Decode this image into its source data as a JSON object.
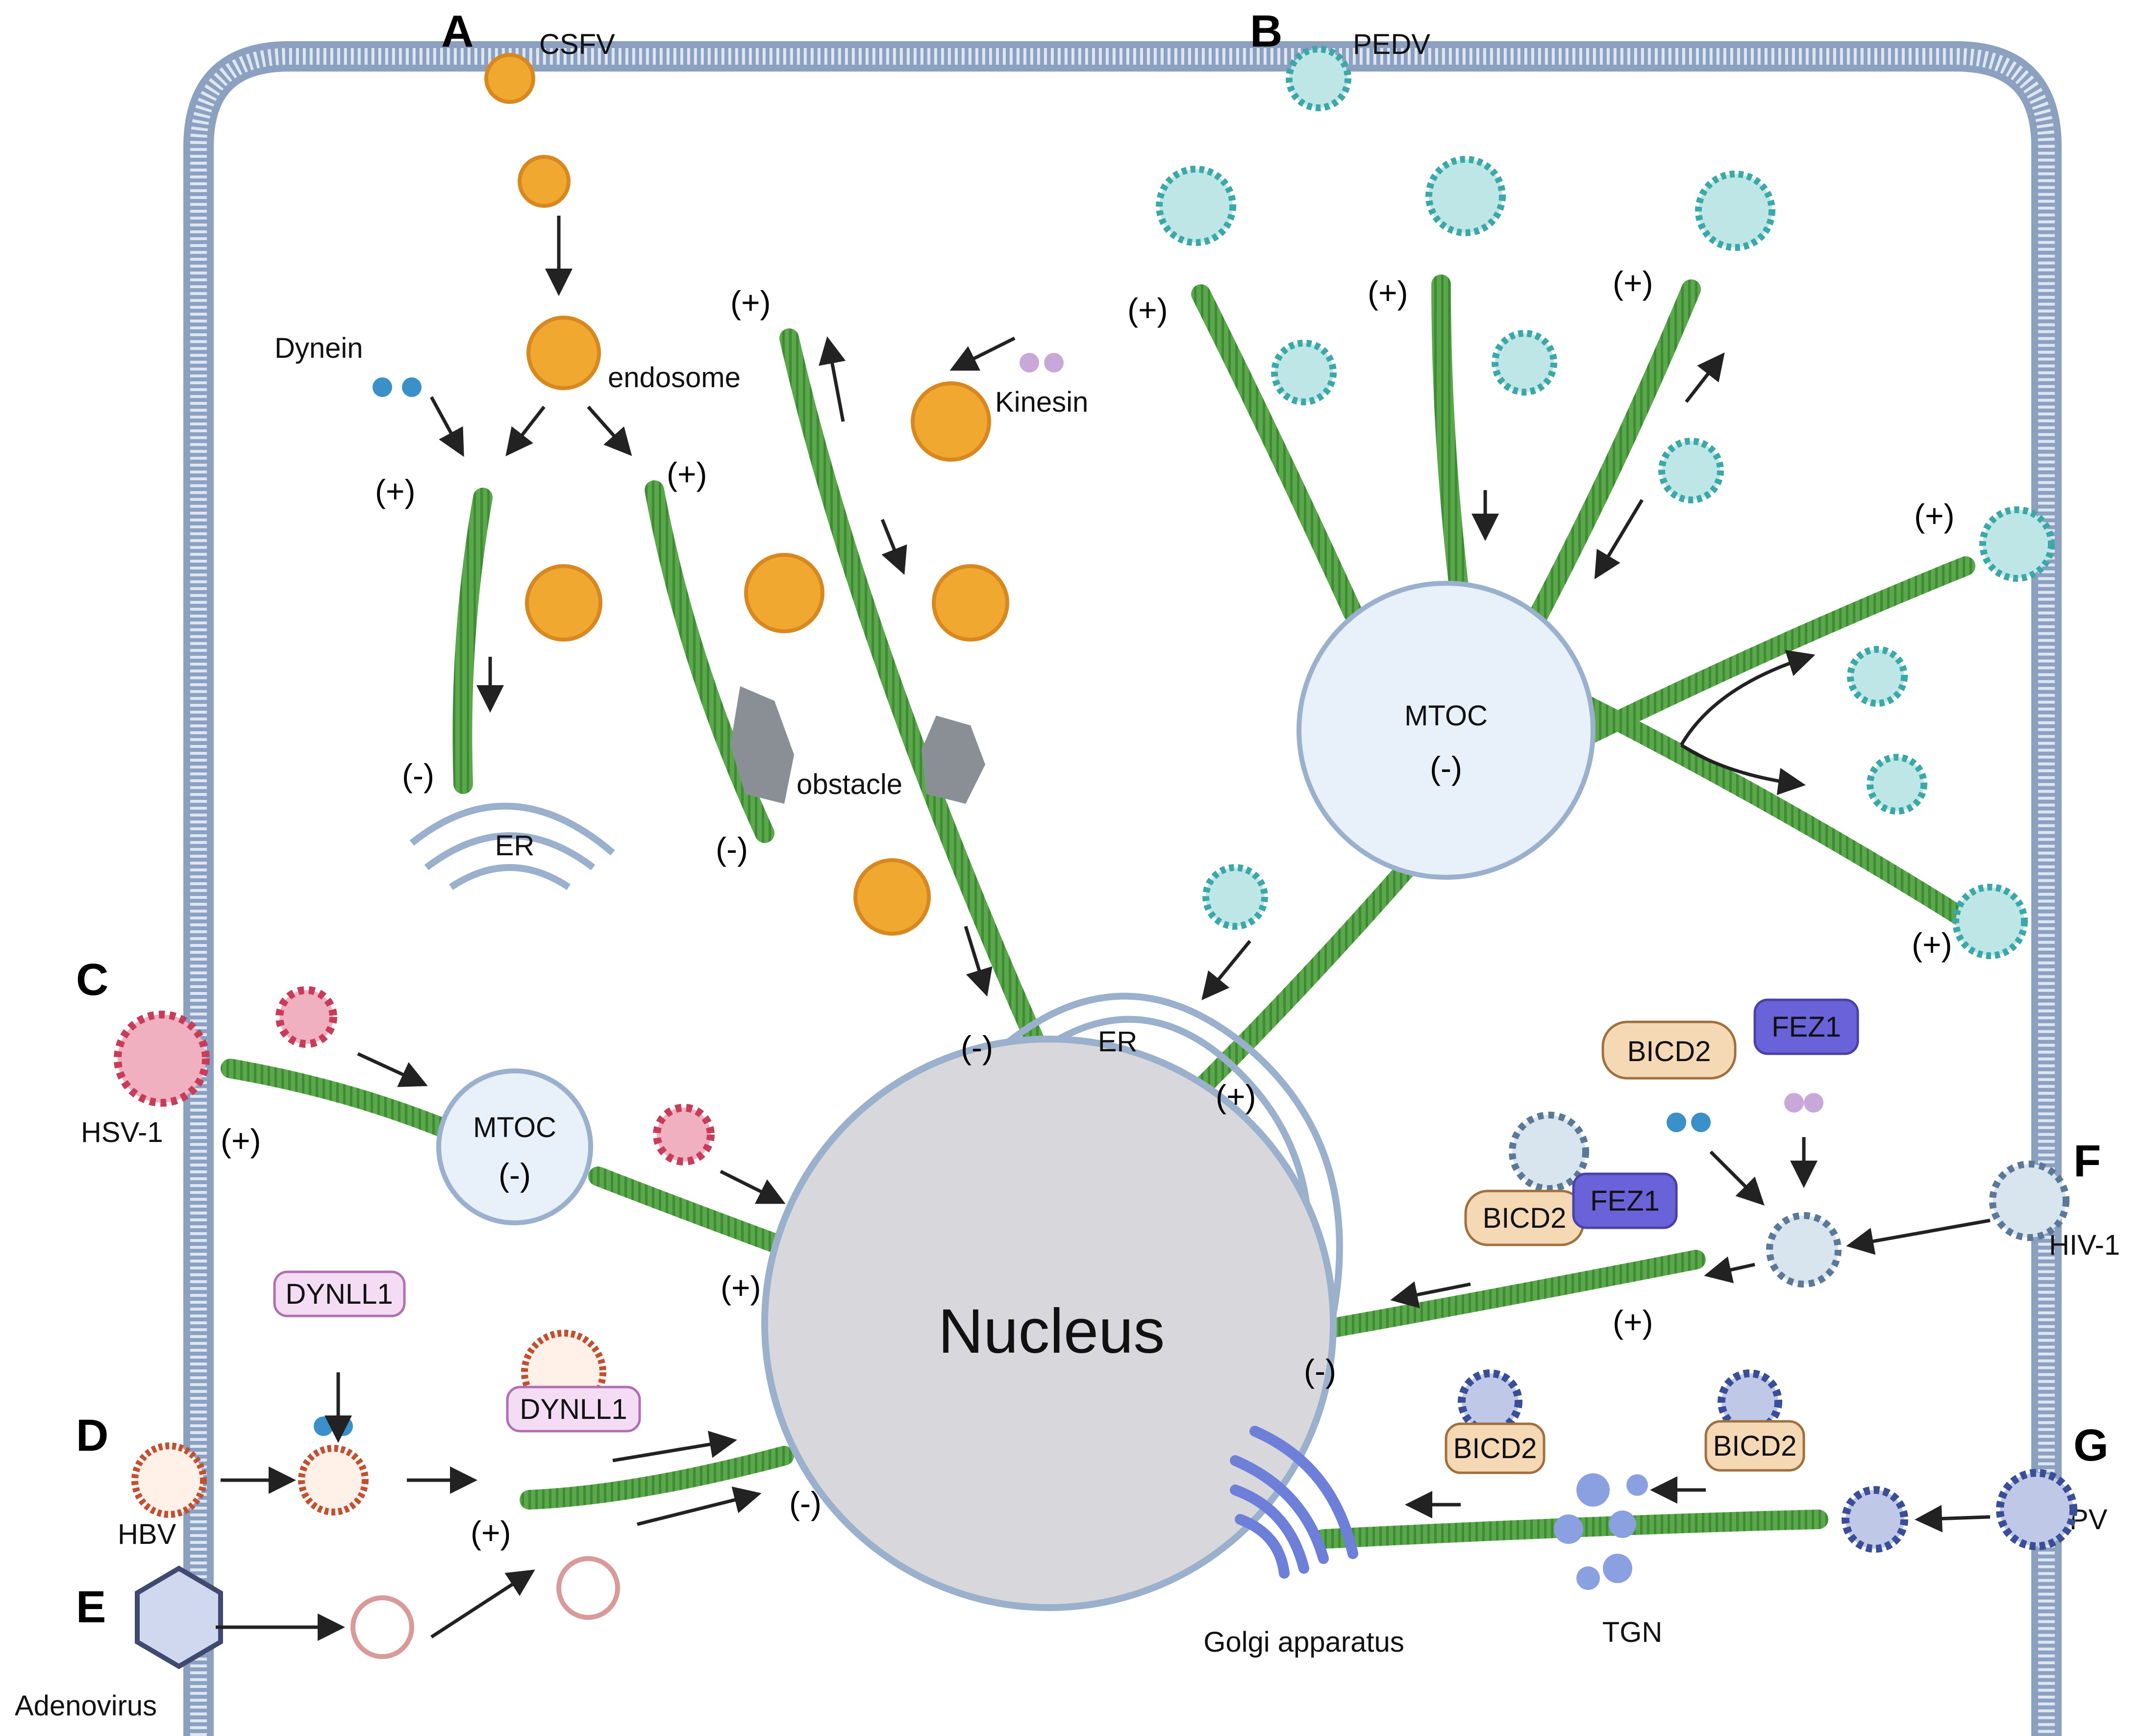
{
  "panels": [
    "A",
    "B",
    "C",
    "D",
    "E",
    "F",
    "G"
  ],
  "viruses": {
    "csfv": "CSFV",
    "pedv": "PEDV",
    "hsv1": "HSV-1",
    "hbv": "HBV",
    "adenovirus": "Adenovirus",
    "hiv1": "HIV-1",
    "hpv": "HPV"
  },
  "proteins": {
    "dynein": "Dynein",
    "kinesin": "Kinesin",
    "dynll1": "DYNLL1",
    "bicd2": "BICD2",
    "fez1": "FEZ1"
  },
  "organelles": {
    "nucleus": "Nucleus",
    "mtoc": "MTOC",
    "mtoc_polarity": "(-)",
    "er": "ER",
    "endosome": "endosome",
    "obstacle": "obstacle",
    "golgi": "Golgi apparatus",
    "tgn": "TGN"
  },
  "polarity": {
    "plus": "(+)",
    "minus": "(-)"
  },
  "colors": {
    "microtubule": "#5aa84a",
    "csfv": "#f0a830",
    "pedv": "#3aa8a8",
    "hsv": "#c83c5a",
    "hiv": "#7a9ab8",
    "hpv": "#4a68b0",
    "dynein": "#3a90c8",
    "kinesin": "#c8a8d8",
    "membrane": "#8ca0c0",
    "nucleus": "#d8d8dc",
    "mtoc": "#e8f0fa",
    "bicd2": "#f5d9b5",
    "fez1": "#6a62d8",
    "dynll1": "#f5dcf5"
  }
}
